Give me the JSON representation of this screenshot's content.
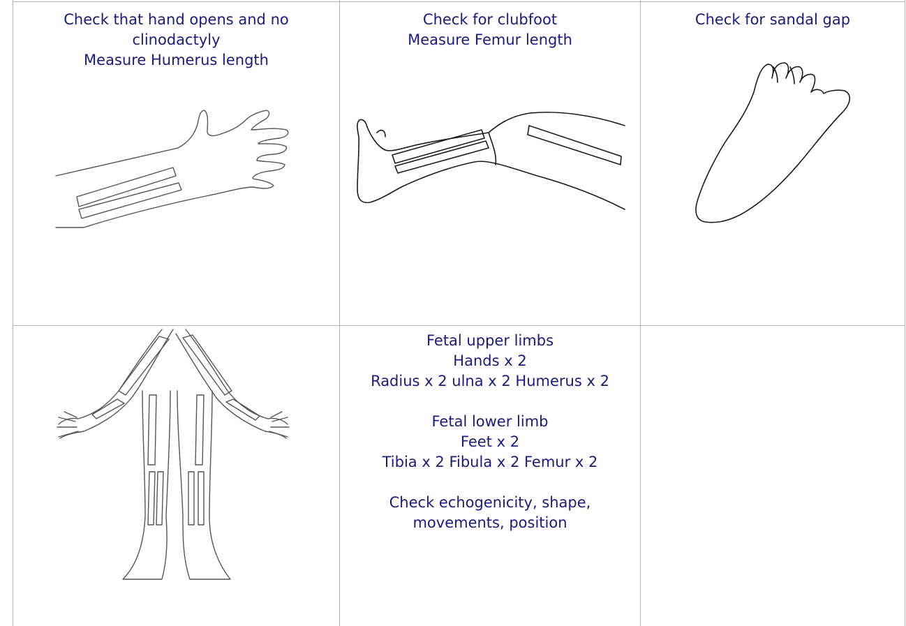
{
  "cells": {
    "hand": {
      "lines": [
        "Check that hand opens and no",
        "clinodactyly",
        "Measure Humerus length"
      ]
    },
    "leg": {
      "lines": [
        "Check for clubfoot",
        "Measure Femur length"
      ]
    },
    "foot": {
      "lines": [
        "Check for sandal gap"
      ]
    },
    "limbs_text": {
      "upper": [
        "Fetal upper limbs",
        "Hands x 2",
        "Radius x 2 ulna x 2 Humerus x 2"
      ],
      "lower": [
        "Fetal lower limb",
        "Feet x 2",
        "Tibia x 2 Fibula x 2 Femur x 2"
      ],
      "check": [
        "Check echogenicity, shape,",
        "movements, position"
      ]
    }
  },
  "illustrations": [
    "arm-hand-drawing",
    "leg-foot-drawing",
    "foot-sole-drawing",
    "fetal-limbs-drawing"
  ]
}
